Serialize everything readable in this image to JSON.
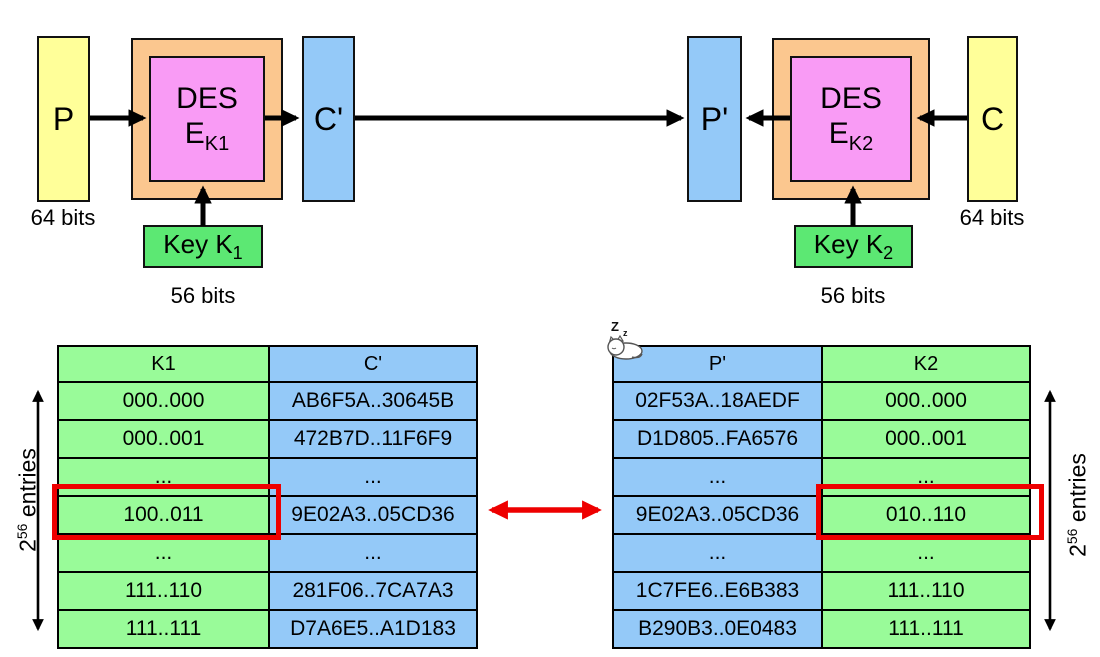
{
  "colors": {
    "box_yellow": "#FFFF99",
    "box_orange": "#FBC78F",
    "box_pink": "#F99BF5",
    "box_blue": "#94C9F8",
    "table_green": "#99FB99",
    "key_green": "#5CE873",
    "highlight_red": "#EE0000",
    "arrow_black": "#000000"
  },
  "top": {
    "p_label": "P",
    "c_prime_label": "C'",
    "p_prime_label": "P'",
    "c_label": "C",
    "des1": {
      "name": "DES",
      "e": "E",
      "key_sub": "K1"
    },
    "des2": {
      "name": "DES",
      "e": "E",
      "key_sub": "K2"
    },
    "key1": {
      "label": "Key K",
      "sub": "1"
    },
    "key2": {
      "label": "Key K",
      "sub": "2"
    },
    "bits64_left": "64 bits",
    "bits64_right": "64 bits",
    "bits56_left": "56 bits",
    "bits56_right": "56 bits"
  },
  "tables": {
    "entries": {
      "base": "2",
      "sup": "56",
      "rest": " entries"
    },
    "left": {
      "headers": [
        "K1",
        "C'"
      ],
      "rows": [
        [
          "000..000",
          "AB6F5A..30645B"
        ],
        [
          "000..001",
          "472B7D..11F6F9"
        ],
        [
          "...",
          "..."
        ],
        [
          "100..011",
          "9E02A3..05CD36"
        ],
        [
          "...",
          "..."
        ],
        [
          "111..110",
          "281F06..7CA7A3"
        ],
        [
          "111..111",
          "D7A6E5..A1D183"
        ]
      ]
    },
    "right": {
      "headers": [
        "P'",
        "K2"
      ],
      "rows": [
        [
          "02F53A..18AEDF",
          "000..000"
        ],
        [
          "D1D805..FA6576",
          "000..001"
        ],
        [
          "...",
          "..."
        ],
        [
          "9E02A3..05CD36",
          "010..110"
        ],
        [
          "...",
          "..."
        ],
        [
          "1C7FE6..E6B383",
          "111..110"
        ],
        [
          "B290B3..0E0483",
          "111..111"
        ]
      ]
    }
  },
  "decorations": {
    "sleep_text": "Z z"
  }
}
